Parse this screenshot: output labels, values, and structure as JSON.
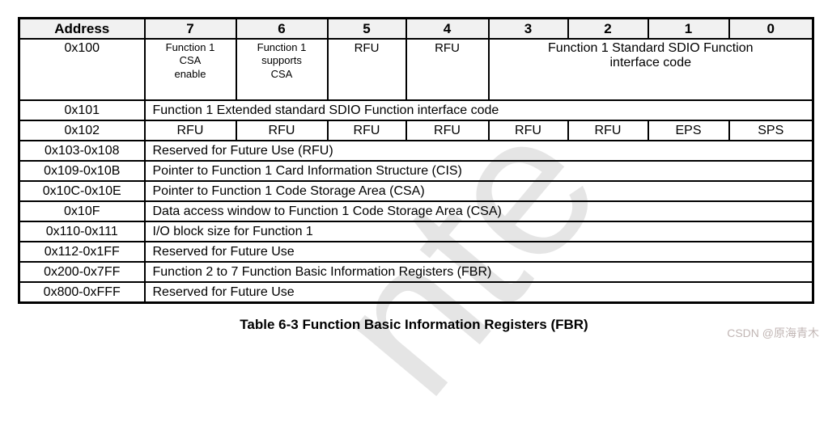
{
  "table": {
    "header": {
      "address": "Address",
      "bits": [
        "7",
        "6",
        "5",
        "4",
        "3",
        "2",
        "1",
        "0"
      ]
    },
    "row_0x100": {
      "address": "0x100",
      "bit7": "Function 1\nCSA\nenable",
      "bit6": "Function 1\nsupports\nCSA",
      "bit5": "RFU",
      "bit4": "RFU",
      "bits3_0": "Function 1 Standard SDIO Function\ninterface code"
    },
    "row_0x101": {
      "address": "0x101",
      "description": "Function 1 Extended standard SDIO Function interface code"
    },
    "row_0x102": {
      "address": "0x102",
      "cells": [
        "RFU",
        "RFU",
        "RFU",
        "RFU",
        "RFU",
        "RFU",
        "EPS",
        "SPS"
      ]
    },
    "rows": [
      {
        "address": "0x103-0x108",
        "description": "Reserved for Future Use (RFU)"
      },
      {
        "address": "0x109-0x10B",
        "description": "Pointer to Function 1 Card Information Structure (CIS)"
      },
      {
        "address": "0x10C-0x10E",
        "description": "Pointer to Function 1 Code Storage Area (CSA)"
      },
      {
        "address": "0x10F",
        "description": "Data access window to Function 1 Code Storage Area (CSA)"
      },
      {
        "address": "0x110-0x111",
        "description": "I/O block size for Function 1"
      },
      {
        "address": "0x112-0x1FF",
        "description": "Reserved for Future Use"
      },
      {
        "address": "0x200-0x7FF",
        "description": "Function 2 to 7 Function Basic Information Registers (FBR)"
      },
      {
        "address": "0x800-0xFFF",
        "description": "Reserved for Future Use"
      }
    ]
  },
  "caption": "Table 6-3 Function Basic Information Registers (FBR)",
  "watermark": {
    "diagonal_text": "nte",
    "csdn": "CSDN @原海青木"
  },
  "colors": {
    "border": "#000000",
    "header_bg": "#f1f1f1",
    "diagonal_watermark": "#d5d5d5",
    "csdn_watermark": "#c1b6b4"
  }
}
